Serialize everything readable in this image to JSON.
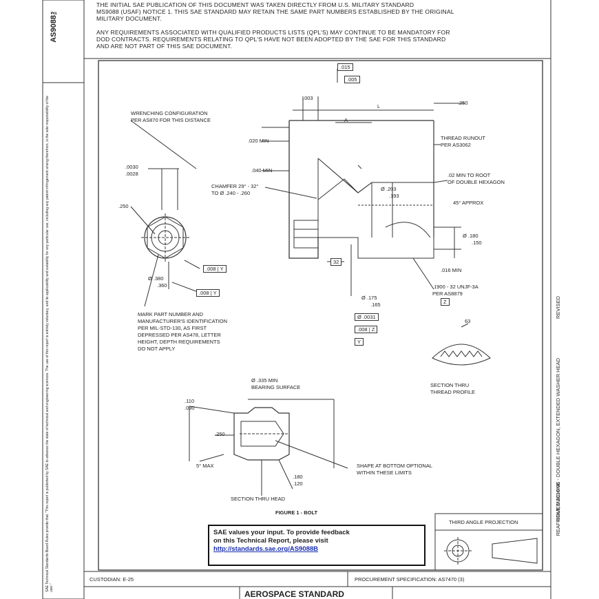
{
  "header_notes": {
    "line1": "THE INITIAL SAE PUBLICATION OF THIS DOCUMENT WAS TAKEN DIRECTLY FROM U.S. MILITARY STANDARD",
    "line2": "MS9088 (USAF) NOTICE 1. THIS SAE STANDARD MAY RETAIN THE SAME PART NUMBERS ESTABLISHED BY THE ORIGINAL",
    "line3": "MILITARY DOCUMENT.",
    "line4": "ANY REQUIREMENTS ASSOCIATED WITH QUALIFIED PRODUCTS LISTS (QPL'S) MAY CONTINUE TO BE MANDATORY FOR",
    "line5": "DoD CONTRACTS. REQUIREMENTS RELATING TO QPL'S HAVE NOT BEEN ADOPTED BY THE SAE FOR THIS STANDARD",
    "line6": "AND ARE NOT PART OF THIS SAE DOCUMENT."
  },
  "left_margin": {
    "doc_number": "AS9088™",
    "legal_text": "SAE Technical Standards Board Rules provide that: \"This report is published by SAE to advance the state of technical and engineering sciences. The use of this report is entirely voluntary, and its applicability and suitability for any particular use, including any patent infringement arising therefrom, is the sole responsibility of the user.\""
  },
  "right_margin": {
    "revised": "REVISED",
    "title_vertical": "BOLT, MACHINE - DOUBLE HEXAGON, EXTENDED WASHER HEAD",
    "rev_codes": "REAFFIRMED 2010-06"
  },
  "dimensions": {
    "wrenching": "WRENCHING CONFIGURATION",
    "wrenching2": "PER AS870 FOR THIS DISTANCE",
    "d_015": ".015",
    "d_005": ".005",
    "l_label": "L",
    "d_250": ".250",
    "d_003": ".003",
    "d_a": "A",
    "thread_runout": "THREAD RUNOUT",
    "thread_runout2": "PER AS3062",
    "d_020min": ".020 MIN",
    "d_040min": ".040 MIN",
    "root_note": ".02 MIN TO ROOT",
    "root_note2": "OF DOUBLE HEXAGON",
    "chamfer": "CHAMFER 29° - 32°",
    "chamfer2": "TO Ø .240 - .260",
    "dia_203": "Ø .203",
    "dia_193": ".193",
    "approx": "45° APPROX",
    "d_0030": ".0030",
    "d_0028": ".0028",
    "d_250b": ".250",
    "dia_180": "Ø .180",
    "dia_150": ".150",
    "d_016": ".016 MIN",
    "d_32": "32",
    "thread_spec": ".1900 - 32 UNJF-3A",
    "thread_spec2": "PER AS8879",
    "ref_z": "Z",
    "dia_380": "Ø .380",
    "dia_360": ".360",
    "tol1": ".008",
    "tol1_ref": "Y",
    "tol2": ".008",
    "tol2_ref": "Y",
    "dia_175": "Ø .175",
    "dia_165": ".165",
    "fcf_a": "Ø .0031",
    "fcf_b": ".008",
    "fcf_b_ref": "Z",
    "fcf_c": "Y",
    "mark_note": "MARK PART NUMBER AND",
    "mark_note2": "MANUFACTURER'S IDENTIFICATION",
    "mark_note3": "PER MIL-STD-130, AS FIRST",
    "mark_note4": "DEPRESSED PER AS478, LETTER",
    "mark_note5": "HEIGHT, DEPTH REQUIREMENTS",
    "mark_note6": "DO NOT APPLY",
    "dim_63": "63",
    "section_thread": "SECTION THRU",
    "section_thread2": "THREAD PROFILE",
    "bearing": "Ø .335 MIN",
    "bearing2": "BEARING SURFACE",
    "d_110": ".110",
    "d_090": ".090",
    "d_250c": ".250",
    "max": "5° MAX",
    "d_180": ".180",
    "d_120": ".120",
    "shape_note": "SHAPE AT BOTTOM OPTIONAL",
    "shape_note2": "WITHIN THESE LIMITS",
    "section_head": "SECTION THRU HEAD",
    "figure": "FIGURE 1 - BOLT"
  },
  "feedback": {
    "line1": "SAE values your input. To provide feedback",
    "line2": "on this Technical Report, please visit",
    "link": "http://standards.sae.org/AS9088B"
  },
  "projection": {
    "label": "THIRD ANGLE PROJECTION"
  },
  "title_block": {
    "custodian": "CUSTODIAN: E-25",
    "procurement": "PROCUREMENT SPECIFICATION: AS7470 (3)",
    "standard": "AEROSPACE STANDARD"
  }
}
